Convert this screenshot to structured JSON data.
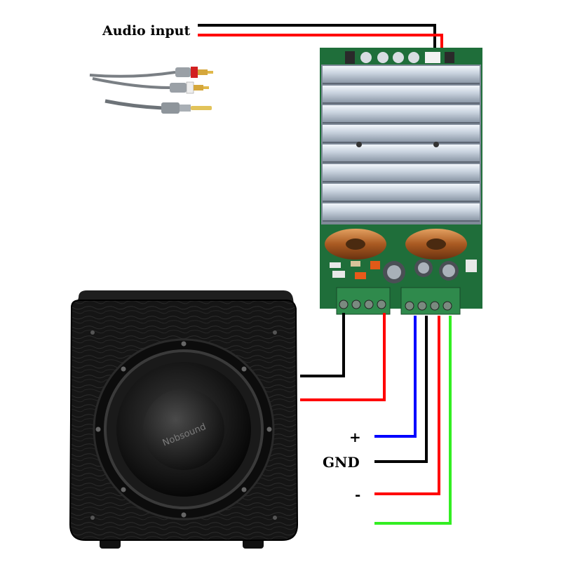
{
  "labels": {
    "audio_input": "Audio input",
    "plus": "+",
    "gnd": "GND",
    "minus": "-",
    "speaker_brand": "Nobsound"
  },
  "colors": {
    "wire_black": "#000000",
    "wire_red": "#ff0000",
    "wire_blue": "#0000ff",
    "wire_green": "#33ee22",
    "pcb_green": "#1f6e3a",
    "heatsink": "#c9d3df",
    "speaker_wood": "#161616",
    "terminal_green": "#2f8a4c"
  },
  "icons": {
    "cable": "rca-to-3.5mm-cable-icon",
    "board": "amplifier-board-icon",
    "speaker": "subwoofer-speaker-icon"
  }
}
